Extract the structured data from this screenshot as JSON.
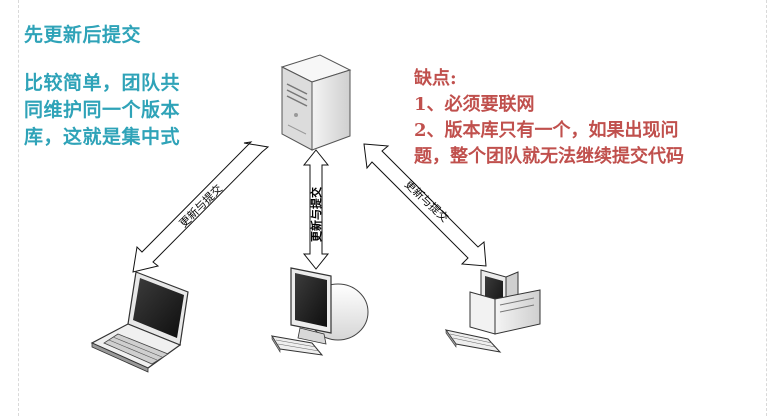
{
  "header_note": "先更新后提交",
  "left_note": {
    "lines": [
      "比较简单，团队共",
      "同维护同一个版本",
      "库，这就是集中式"
    ]
  },
  "right_note": {
    "lines": [
      "缺点:",
      "1、必须要联网",
      "2、版本库只有一个，如果出现问",
      "题，整个团队就无法继续提交代码"
    ]
  },
  "arrows": {
    "left_label": "更新与提交",
    "center_label": "更新与提交",
    "right_label": "更新与提交"
  },
  "icons": [
    "server-icon",
    "laptop-icon",
    "crt-monitor-icon",
    "desktop-tower-icon",
    "keyboard-icon"
  ]
}
